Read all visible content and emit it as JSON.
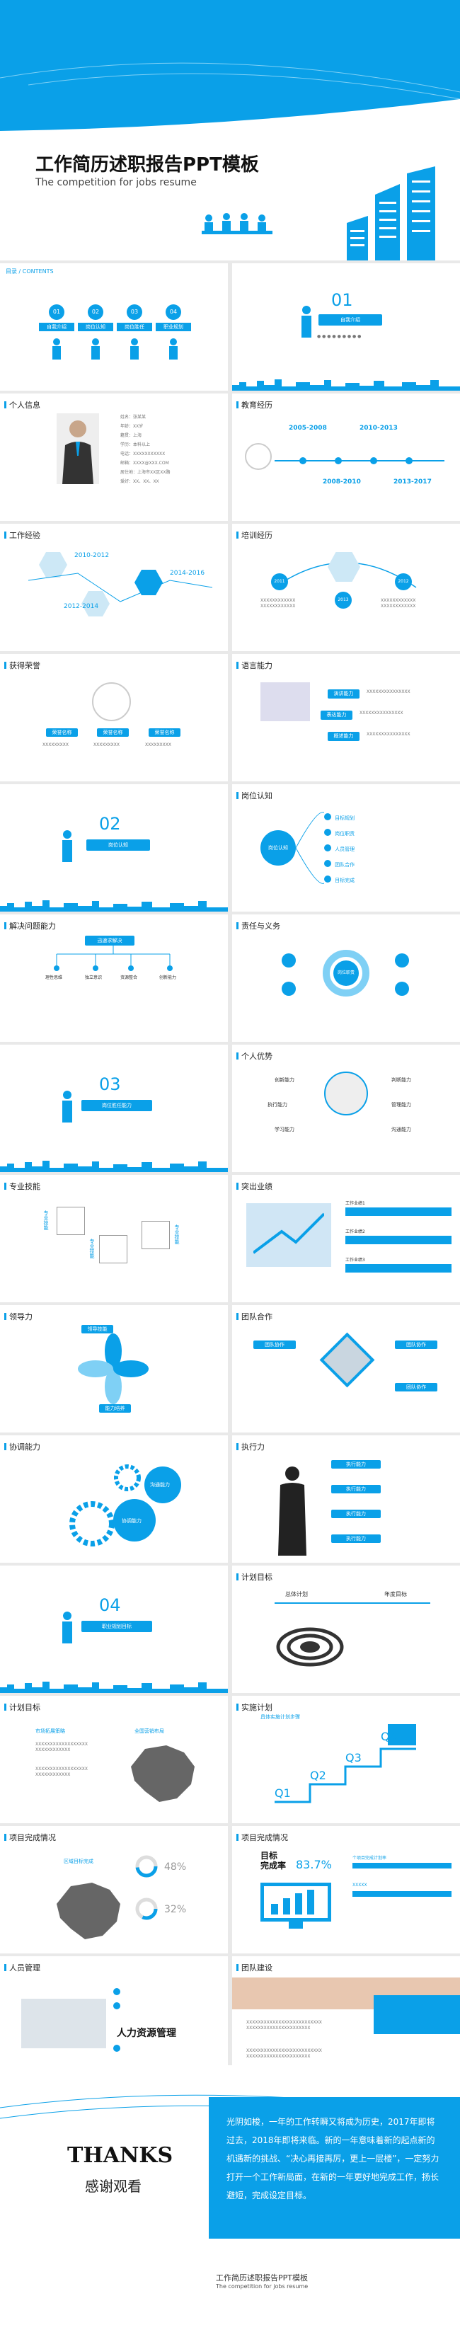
{
  "cover": {
    "title": "工作简历述职报告PPT模板",
    "subtitle": "The competition for jobs resume"
  },
  "toc": {
    "header": "目录 / CONTENTS",
    "items": [
      {
        "num": "01",
        "label": "自我介绍"
      },
      {
        "num": "02",
        "label": "岗位认知"
      },
      {
        "num": "03",
        "label": "岗位胜任"
      },
      {
        "num": "04",
        "label": "职业规划"
      }
    ]
  },
  "section1": {
    "num": "01",
    "label": "自我介绍"
  },
  "section2": {
    "num": "02",
    "label": "岗位认知"
  },
  "section3": {
    "num": "03",
    "label": "岗位胜任能力"
  },
  "section4": {
    "num": "04",
    "label": "职业规划目标"
  },
  "personal_info": {
    "title": "个人信息",
    "rows": [
      "姓名：张某某",
      "年龄：XX岁",
      "籍贯：上海",
      "学历：本科以上",
      "电话：XXXXXXXXXXX",
      "邮箱：XXXX@XXX.COM",
      "居住地：上海市XX区XX路",
      "爱好：XX、XX、XX"
    ]
  },
  "education": {
    "title": "教育经历",
    "years": [
      "2005-2008",
      "2010-2013",
      "2008-2010",
      "2013-2017"
    ]
  },
  "work": {
    "title": "工作经验",
    "years": [
      "2010-2012",
      "2014-2016",
      "2012-2014"
    ]
  },
  "training": {
    "title": "培训经历",
    "years": [
      "2011",
      "2012",
      "2013"
    ]
  },
  "awards": {
    "title": "获得荣誉",
    "labels": [
      "荣誉名称",
      "荣誉名称",
      "荣誉名称"
    ]
  },
  "language": {
    "title": "语言能力",
    "labels": [
      "演讲能力",
      "表达能力",
      "概述能力"
    ]
  },
  "position_know": {
    "title": "岗位认知",
    "center": "岗位认知",
    "items": [
      "目标规划",
      "岗位职责",
      "人员管理",
      "团队合作",
      "目标完成"
    ]
  },
  "problem": {
    "title": "解决问题能力",
    "top": "迅速求解决",
    "items": [
      "理性思维",
      "独立意识",
      "资源整合",
      "创新能力"
    ]
  },
  "duty": {
    "title": "责任与义务",
    "center": "岗位职责"
  },
  "advantage": {
    "title": "个人优势",
    "items": [
      "创新能力",
      "判断能力",
      "执行能力",
      "管理能力",
      "学习能力",
      "沟通能力"
    ]
  },
  "skill": {
    "title": "专业技能",
    "items": [
      "专业技能",
      "专业技能",
      "专业技能"
    ]
  },
  "achievement": {
    "title": "突出业绩",
    "items": [
      "工作业绩1",
      "工作业绩2",
      "工作业绩3"
    ]
  },
  "leader": {
    "title": "领导力",
    "items": [
      "领导技能",
      "能力培养"
    ]
  },
  "team": {
    "title": "团队合作",
    "items": [
      "团队协作",
      "团队协作",
      "团队协作"
    ]
  },
  "coordinate": {
    "title": "协调能力",
    "items": [
      "沟通能力",
      "协调能力"
    ]
  },
  "execute": {
    "title": "执行力",
    "items": [
      "执行能力",
      "执行能力",
      "执行能力",
      "执行能力"
    ]
  },
  "plan_goal": {
    "title": "计划目标",
    "items": [
      "总体计划",
      "年度目标"
    ]
  },
  "plan_goal2": {
    "title": "计划目标",
    "items": [
      "市场拓展策略",
      "全国营销布局"
    ]
  },
  "implement": {
    "title": "实施计划",
    "header": "具体实施计划步骤",
    "quarters": [
      "Q1",
      "Q2",
      "Q3",
      "Q4"
    ]
  },
  "progress1": {
    "title": "项目完成情况",
    "label": "区域目标完成",
    "values": [
      "48",
      "32"
    ],
    "unit": "%"
  },
  "progress2": {
    "title": "项目完成情况",
    "label1": "目标",
    "label2": "完成率",
    "value": "83.7%",
    "items": [
      "个项目完成计划率",
      "XXXXX"
    ]
  },
  "hr": {
    "title": "人员管理",
    "big": "人力资源管理"
  },
  "team_build": {
    "title": "团队建设"
  },
  "ending": {
    "thanks": "THANKS",
    "thanks_cn": "感谢观看",
    "paragraph": "光阴如梭，一年的工作转瞬又将成为历史，2017年即将过去，2018年即将来临。新的一年意味着新的起点新的机遇新的挑战、“决心再接再厉，更上一层楼”，一定努力打开一个工作新局面，在新的一年更好地完成工作，扬长避短，完成设定目标。",
    "footer_title": "工作简历述职报告PPT模板",
    "footer_sub": "The competition for jobs resume"
  }
}
